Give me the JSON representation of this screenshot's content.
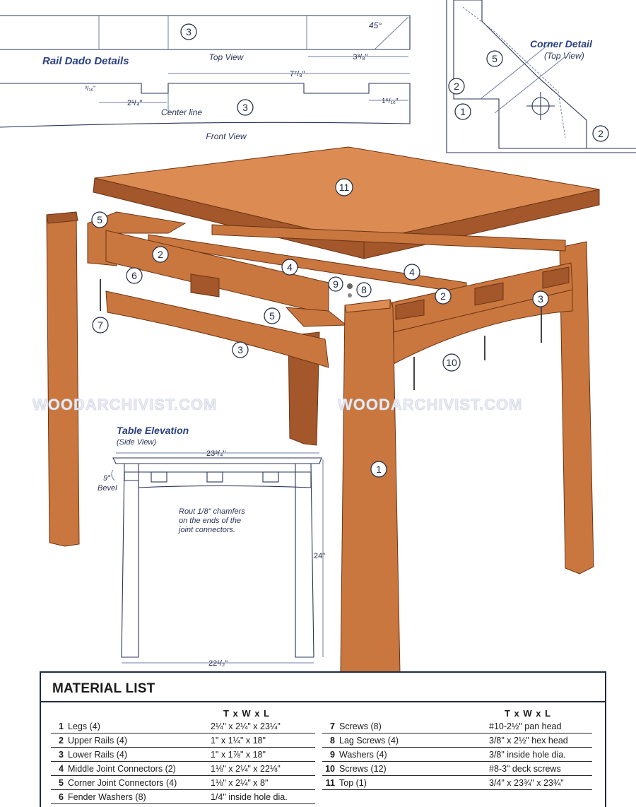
{
  "rail_dado": {
    "title": "Rail Dado Details",
    "top_view_label": "Top View",
    "front_view_label": "Front View",
    "center_line_label": "Center line",
    "dim_angle": "45°",
    "dim_3_3_8": "3³/₈\"",
    "dim_7_7_8": "7⁷/₈\"",
    "dim_3_16": "³/₁₆\"",
    "dim_2_1_4": "2¹/₄\"",
    "dim_1_5_16": "1⁵/₁₆\""
  },
  "corner_detail": {
    "title": "Corner Detail",
    "subtitle": "(Top View)"
  },
  "elevation": {
    "title": "Table Elevation",
    "subtitle": "(Side View)",
    "dim_width_top": "23³/₄\"",
    "dim_height": "24\"",
    "dim_width_bottom": "22¹/₂\"",
    "bevel_label_1": "9°",
    "bevel_label_2": "Bevel",
    "note_1": "Rout 1/8\" chamfers",
    "note_2": "on the ends of the",
    "note_3": "joint connectors."
  },
  "watermark": "WOODARCHIVIST.COM",
  "callouts": {
    "c1": "1",
    "c2": "2",
    "c3": "3",
    "c4": "4",
    "c5": "5",
    "c6": "6",
    "c7": "7",
    "c8": "8",
    "c9": "9",
    "c10": "10",
    "c11": "11"
  },
  "material_list": {
    "title": "MATERIAL LIST",
    "col_head": "T x W x L",
    "left": [
      {
        "num": "1",
        "name": "Legs (4)",
        "size": "2¼\" x 2¼\" x 23¼\""
      },
      {
        "num": "2",
        "name": "Upper Rails (4)",
        "size": "1\" x 1¼\" x 18\""
      },
      {
        "num": "3",
        "name": "Lower Rails (4)",
        "size": "1\" x 1⅞\" x 18\""
      },
      {
        "num": "4",
        "name": "Middle Joint Connectors (2)",
        "size": "1⅛\" x 2¼\" x 22⅛\""
      },
      {
        "num": "5",
        "name": "Corner Joint Connectors (4)",
        "size": "1⅛\" x 2¼\" x 8\""
      },
      {
        "num": "6",
        "name": "Fender Washers (8)",
        "size": "1/4\" inside hole dia."
      }
    ],
    "right": [
      {
        "num": "7",
        "name": "Screws (8)",
        "size": "#10-2½\" pan head"
      },
      {
        "num": "8",
        "name": "Lag Screws (4)",
        "size": "3/8\" x 2½\" hex head"
      },
      {
        "num": "9",
        "name": "Washers (4)",
        "size": "3/8\" inside hole dia."
      },
      {
        "num": "10",
        "name": "Screws (12)",
        "size": "#8-3\" deck screws"
      },
      {
        "num": "11",
        "name": "Top (1)",
        "size": "3/4\" x 23¾\" x 23¾\""
      }
    ]
  },
  "colors": {
    "wood": "#c9773e",
    "wood_dark": "#a3572a",
    "ink": "#2a3558",
    "title_blue": "#2a3f80"
  }
}
